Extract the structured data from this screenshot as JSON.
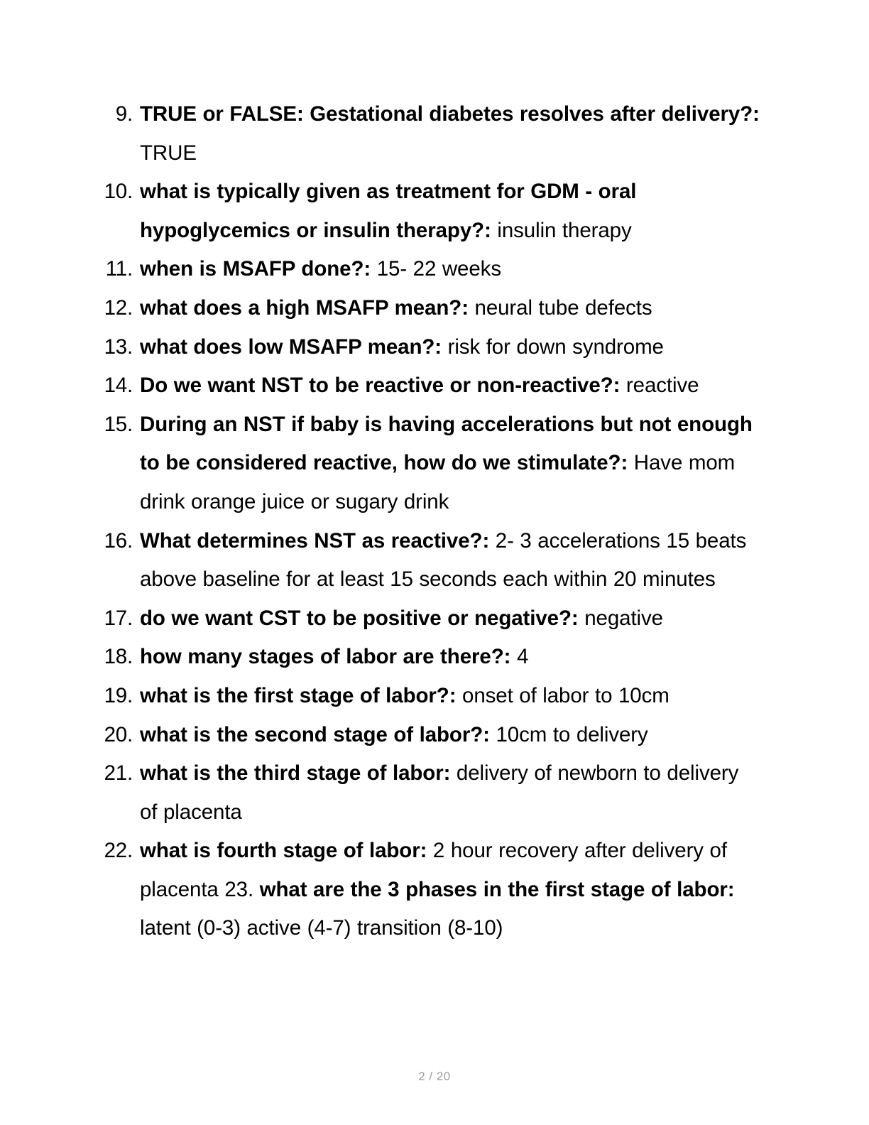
{
  "document": {
    "page_footer": "2 / 20",
    "items": [
      {
        "number": "9.",
        "question": "TRUE or FALSE: Gestational diabetes resolves after delivery?:",
        "answer": " TRUE"
      },
      {
        "number": "10.",
        "question": "what is typically given as treatment for GDM - oral hypoglycemics or insulin therapy?:",
        "answer": " insulin therapy"
      },
      {
        "number": "11.",
        "question": "when is MSAFP done?:",
        "answer": " 15- 22 weeks"
      },
      {
        "number": "12.",
        "question": "what does a high MSAFP mean?:",
        "answer": " neural tube defects"
      },
      {
        "number": "13.",
        "question": "what does low MSAFP mean?:",
        "answer": " risk for down syndrome"
      },
      {
        "number": "14.",
        "question": "Do we want NST to be reactive or non-reactive?:",
        "answer": " reactive"
      },
      {
        "number": "15.",
        "question": "During an NST if baby is having accelerations but not enough to be considered reactive, how do we stimulate?:",
        "answer": " Have mom drink orange juice or sugary drink"
      },
      {
        "number": "16.",
        "question": "What determines NST as reactive?:",
        "answer": " 2- 3 accelerations 15 beats above baseline for at least 15 seconds each within 20 minutes"
      },
      {
        "number": "17.",
        "question": "do we want CST to be positive or negative?:",
        "answer": " negative"
      },
      {
        "number": "18.",
        "question": "how many stages of labor are there?:",
        "answer": " 4"
      },
      {
        "number": "19.",
        "question": "what is the first stage of labor?:",
        "answer": " onset of labor to 10cm"
      },
      {
        "number": "20.",
        "question": "what is the second stage of labor?:",
        "answer": " 10cm to delivery"
      },
      {
        "number": "21.",
        "question": "what is the third stage of labor:",
        "answer": " delivery of newborn to delivery of placenta"
      },
      {
        "number": "22.",
        "question": "what is fourth stage of labor:",
        "answer": " 2 hour recovery after delivery of placenta 23. ",
        "question2": "what are the 3 phases in the first stage of labor:",
        "answer2": " latent (0-3) active (4-7) transition (8-10)"
      }
    ]
  }
}
